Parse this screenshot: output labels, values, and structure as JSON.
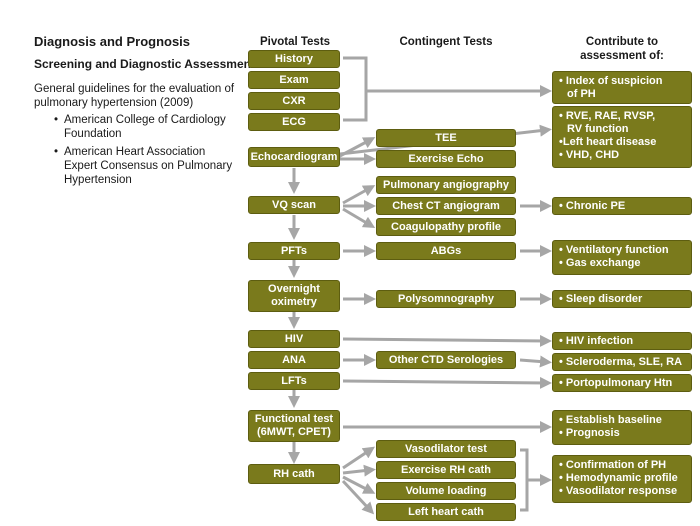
{
  "left_panel": {
    "title": "Diagnosis and Prognosis",
    "subtitle": "Screening and Diagnostic Assessment",
    "description": "General guidelines for the evaluation of pulmonary hypertension (2009)",
    "bullets": [
      "American College of Cardiology Foundation",
      "American Heart Association Expert Consensus on Pulmonary Hypertension"
    ]
  },
  "columns": {
    "pivotal": "Pivotal Tests",
    "contingent": "Contingent Tests",
    "contribute": "Contribute to assessment of:"
  },
  "pivotal_tests": [
    "History",
    "Exam",
    "CXR",
    "ECG",
    "Echocardiogram",
    "VQ scan",
    "PFTs",
    "Overnight oximetry",
    "HIV",
    "ANA",
    "LFTs",
    "Functional test (6MWT, CPET)",
    "RH cath"
  ],
  "contingent_tests": [
    "TEE",
    "Exercise Echo",
    "Pulmonary angiography",
    "Chest CT angiogram",
    "Coagulopathy profile",
    "ABGs",
    "Polysomnography",
    "Other CTD Serologies",
    "Vasodilator test",
    "Exercise RH cath",
    "Volume loading",
    "Left heart cath"
  ],
  "outcomes": {
    "suspicion": [
      "• Index of suspicion",
      "of PH"
    ],
    "echo": [
      "• RVE, RAE, RVSP,",
      "RV function",
      "•Left heart disease",
      "• VHD, CHD"
    ],
    "chronic_pe": [
      "• Chronic PE"
    ],
    "pfts": [
      "• Ventilatory function",
      "• Gas exchange"
    ],
    "sleep": [
      "• Sleep disorder"
    ],
    "hiv": [
      "• HIV infection"
    ],
    "ctd": [
      "• Scleroderma, SLE, RA"
    ],
    "portal": [
      "• Portopulmonary Htn"
    ],
    "baseline": [
      "• Establish baseline",
      "• Prognosis"
    ],
    "cath": [
      "• Confirmation of PH",
      "• Hemodynamic profile",
      "• Vasodilator response"
    ]
  },
  "colors": {
    "box_fill": "#7a7a1c",
    "box_border": "#5d5d10",
    "arrow": "#a6a6a6",
    "box_text": "#ffffff"
  }
}
